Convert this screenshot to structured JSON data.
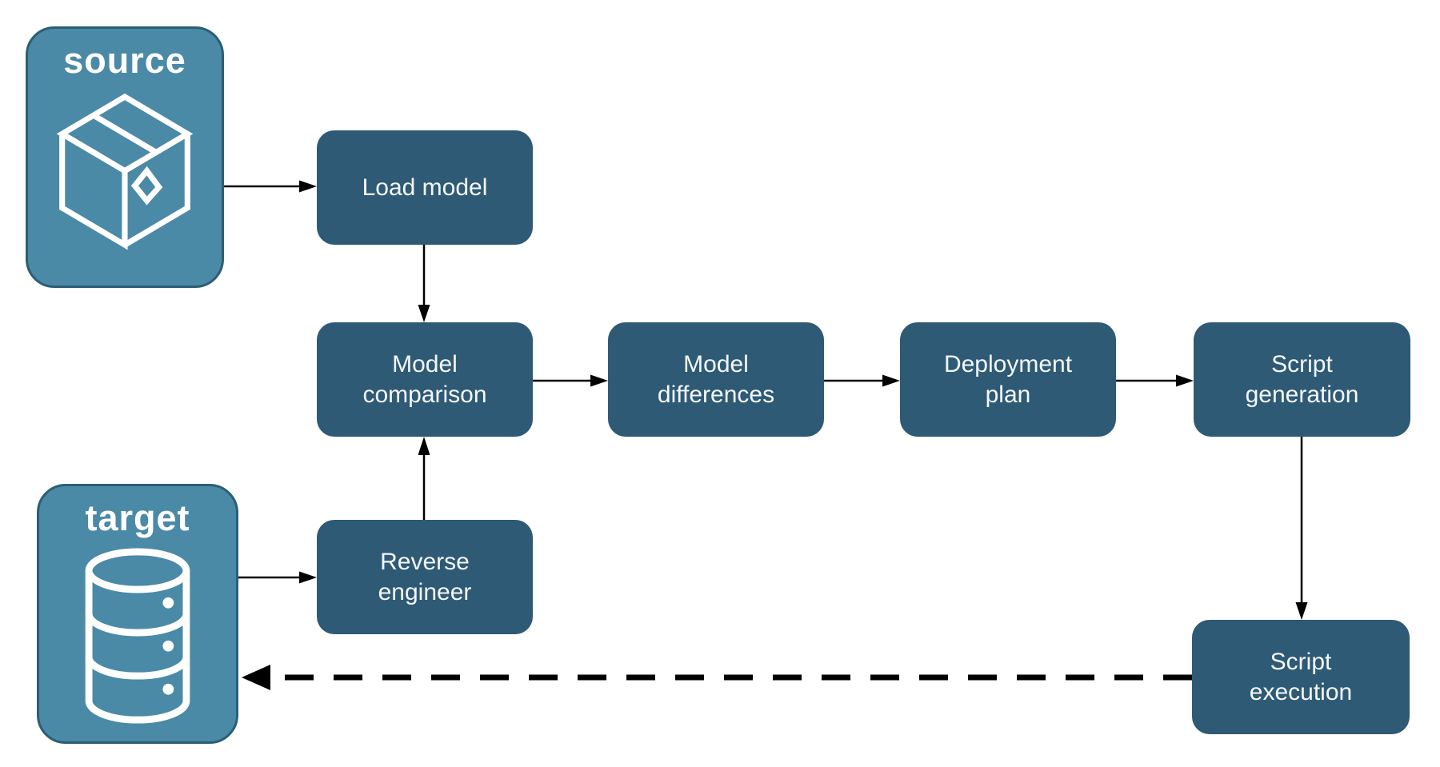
{
  "diagram": {
    "type": "flowchart",
    "background": "#ffffff",
    "colors": {
      "node_fill": "#2E5A75",
      "node_text": "#F4F7F9",
      "endpoint_fill": "#4A8AA6",
      "endpoint_border": "#2B5E75",
      "endpoint_text": "#FFFFFF",
      "arrow": "#000000"
    },
    "endpoints": [
      {
        "id": "source",
        "label": "source",
        "icon": "package-icon"
      },
      {
        "id": "target",
        "label": "target",
        "icon": "database-icon"
      }
    ],
    "nodes": [
      {
        "id": "load-model",
        "label": "Load model"
      },
      {
        "id": "model-comparison",
        "label": "Model\ncomparison"
      },
      {
        "id": "model-differences",
        "label": "Model\ndifferences"
      },
      {
        "id": "deployment-plan",
        "label": "Deployment\nplan"
      },
      {
        "id": "script-generation",
        "label": "Script\ngeneration"
      },
      {
        "id": "reverse-engineer",
        "label": "Reverse\nengineer"
      },
      {
        "id": "script-execution",
        "label": "Script\nexecution"
      }
    ],
    "edges": [
      {
        "from": "source",
        "to": "load-model",
        "style": "solid"
      },
      {
        "from": "load-model",
        "to": "model-comparison",
        "style": "solid"
      },
      {
        "from": "model-comparison",
        "to": "model-differences",
        "style": "solid"
      },
      {
        "from": "model-differences",
        "to": "deployment-plan",
        "style": "solid"
      },
      {
        "from": "deployment-plan",
        "to": "script-generation",
        "style": "solid"
      },
      {
        "from": "script-generation",
        "to": "script-execution",
        "style": "solid"
      },
      {
        "from": "target",
        "to": "reverse-engineer",
        "style": "solid"
      },
      {
        "from": "reverse-engineer",
        "to": "model-comparison",
        "style": "solid"
      },
      {
        "from": "script-execution",
        "to": "target",
        "style": "dashed"
      }
    ]
  }
}
